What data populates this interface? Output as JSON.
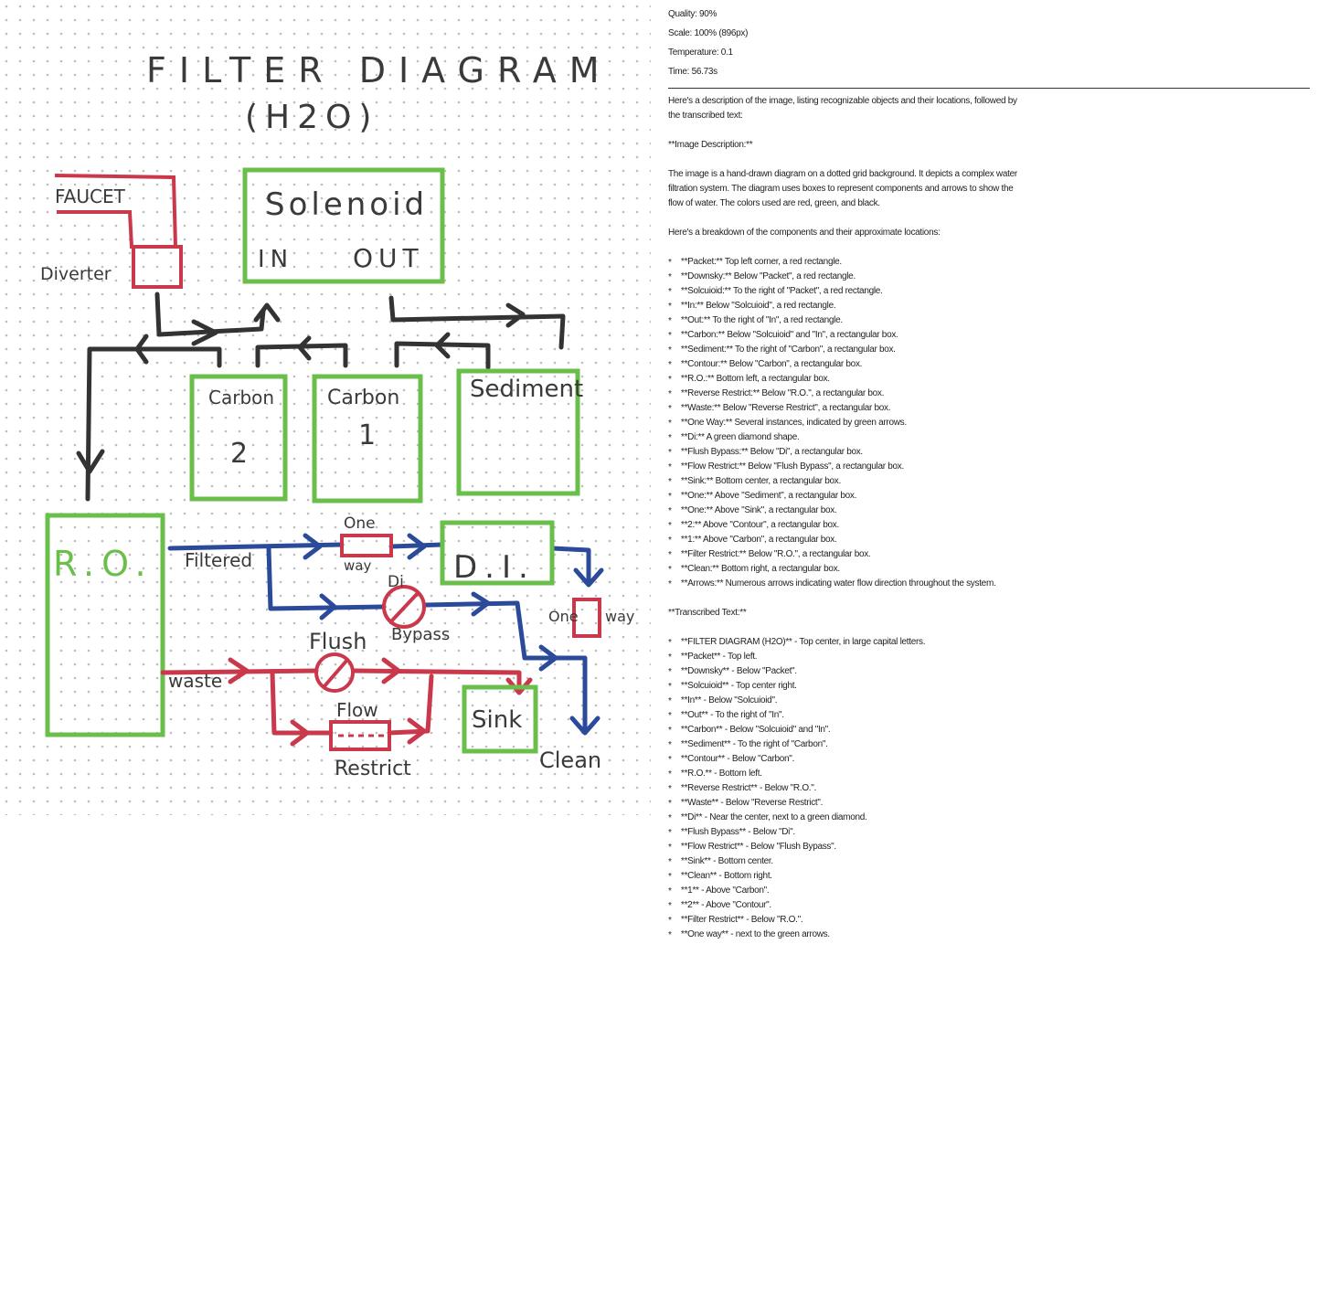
{
  "meta": {
    "quality": "Quality: 90%",
    "scale": "Scale: 100% (896px)",
    "temperature": "Temperature: 0.1",
    "time": "Time: 56.73s"
  },
  "intro": "Here's a description of the image, listing recognizable objects and their locations, followed by the transcribed text:",
  "desc_heading": "**Image Description:**",
  "desc_para": "The image is a hand-drawn diagram on a dotted grid background. It depicts a complex water filtration system. The diagram uses boxes to represent components and arrows to show the flow of water. The colors used are red, green, and black.",
  "breakdown_intro": "Here's a breakdown of the components and their approximate locations:",
  "components": [
    "**Packet:** Top left corner, a red rectangle.",
    "**Downsky:** Below \"Packet\", a red rectangle.",
    "**Solcuioid:** To the right of \"Packet\", a red rectangle.",
    "**In:** Below \"Solcuioid\", a red rectangle.",
    "**Out:** To the right of \"In\", a red rectangle.",
    "**Carbon:** Below \"Solcuioid\" and \"In\", a rectangular box.",
    "**Sediment:** To the right of \"Carbon\", a rectangular box.",
    "**Contour:** Below \"Carbon\", a rectangular box.",
    "**R.O.:** Bottom left, a rectangular box.",
    "**Reverse Restrict:** Below \"R.O.\", a rectangular box.",
    "**Waste:** Below \"Reverse Restrict\", a rectangular box.",
    "**One Way:** Several instances, indicated by green arrows.",
    "**Di:** A green diamond shape.",
    "**Flush Bypass:** Below \"Di\", a rectangular box.",
    "**Flow Restrict:** Below \"Flush Bypass\", a rectangular box.",
    "**Sink:** Bottom center, a rectangular box.",
    "**One:** Above \"Sediment\", a rectangular box.",
    "**One:** Above \"Sink\", a rectangular box.",
    "**2:** Above \"Contour\", a rectangular box.",
    "**1:** Above \"Carbon\", a rectangular box.",
    "**Filter Restrict:** Below \"R.O.\", a rectangular box.",
    "**Clean:** Bottom right, a rectangular box.",
    "**Arrows:** Numerous arrows indicating water flow direction throughout the system."
  ],
  "transcribed_heading": "**Transcribed Text:**",
  "transcribed": [
    "**FILTER DIAGRAM (H2O)** - Top center, in large capital letters.",
    "**Packet** - Top left.",
    "**Downsky** - Below \"Packet\".",
    "**Solcuioid** - Top center right.",
    "**In** - Below \"Solcuioid\".",
    "**Out** - To the right of \"In\".",
    "**Carbon** - Below \"Solcuioid\" and \"In\".",
    "**Sediment** - To the right of \"Carbon\".",
    "**Contour** - Below \"Carbon\".",
    "**R.O.** - Bottom left.",
    "**Reverse Restrict** - Below \"R.O.\".",
    "**Waste** - Below \"Reverse Restrict\".",
    "**Di** - Near the center, next to a green diamond.",
    "**Flush Bypass** - Below \"Di\".",
    "**Flow Restrict** - Below \"Flush Bypass\".",
    "**Sink** - Bottom center.",
    "**Clean** - Bottom right.",
    "**1** - Above \"Carbon\".",
    "**2** - Above \"Contour\".",
    "**Filter Restrict** - Below \"R.O.\".",
    "**One way** - next to the green arrows."
  ],
  "sketch": {
    "title": "FILTER DIAGRAM",
    "subtitle": "(H2O)",
    "faucet": "FAUCET",
    "diverter": "Diverter",
    "solenoid": "Solenoid",
    "in": "IN",
    "out": "OUT",
    "carbon2": "Carbon",
    "carbon2_num": "2",
    "carbon1": "Carbon",
    "carbon1_num": "1",
    "sediment": "Sediment",
    "ro": "R.O.",
    "filtered": "Filtered",
    "one": "One",
    "way": "way",
    "di_box": "D.I.",
    "di_valve": "Di",
    "bypass": "Bypass",
    "one_right": "One",
    "way_right": "way",
    "flush": "Flush",
    "waste": "waste",
    "flow": "Flow",
    "restrict": "Restrict",
    "sink": "Sink",
    "clean": "Clean"
  },
  "colors": {
    "green": "#6abf4b",
    "red": "#c9384b",
    "blue": "#2b4a9a",
    "black": "#333333",
    "dots": "#bdbdbd"
  }
}
